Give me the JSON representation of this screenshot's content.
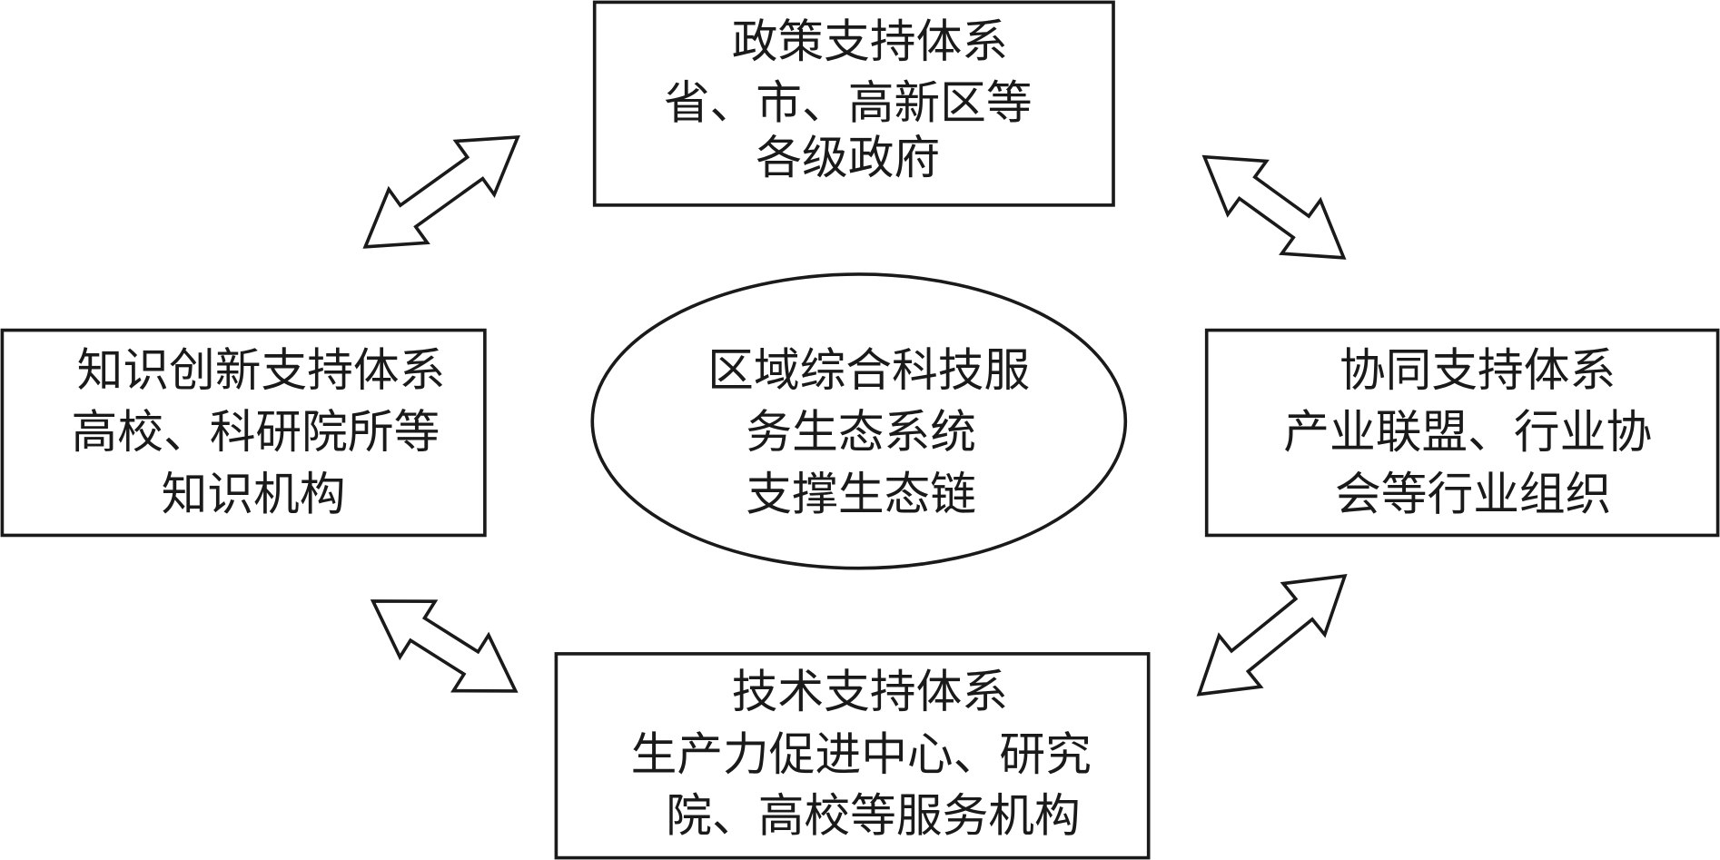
{
  "center": {
    "lines": [
      "区域综合科技服",
      "务生态系统",
      "支撑生态链"
    ]
  },
  "top": {
    "lines": [
      "政策支持体系",
      "省、市、高新区等",
      "各级政府"
    ]
  },
  "left": {
    "lines": [
      "知识创新支持体系",
      "高校、科研院所等",
      "知识机构"
    ]
  },
  "right": {
    "lines": [
      "协同支持体系",
      "产业联盟、行业协",
      "会等行业组织"
    ]
  },
  "bottom": {
    "lines": [
      "技术支持体系",
      "生产力促进中心、研究",
      "院、高校等服务机构"
    ]
  }
}
